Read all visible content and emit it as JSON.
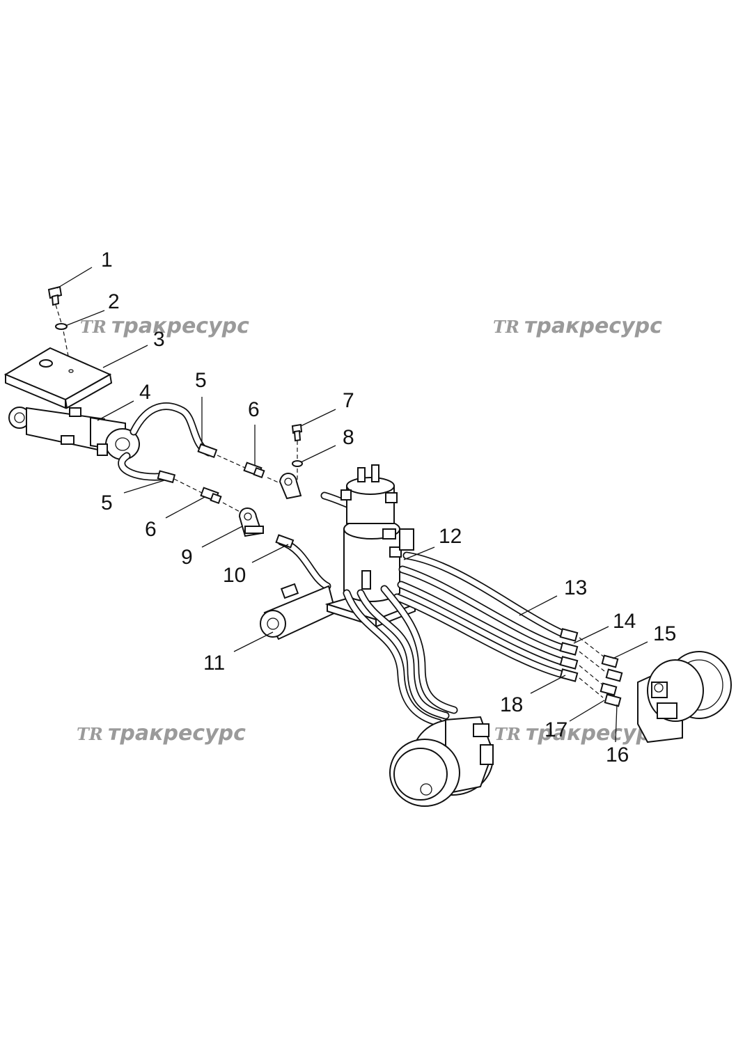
{
  "watermark": {
    "logo_text": "TR",
    "brand_text": "тракресурс"
  },
  "callouts": [
    {
      "id": "c1",
      "label": "1"
    },
    {
      "id": "c2",
      "label": "2"
    },
    {
      "id": "c3",
      "label": "3"
    },
    {
      "id": "c4",
      "label": "4"
    },
    {
      "id": "c5a",
      "label": "5"
    },
    {
      "id": "c5b",
      "label": "5"
    },
    {
      "id": "c6a",
      "label": "6"
    },
    {
      "id": "c6b",
      "label": "6"
    },
    {
      "id": "c7",
      "label": "7"
    },
    {
      "id": "c8",
      "label": "8"
    },
    {
      "id": "c9",
      "label": "9"
    },
    {
      "id": "c10",
      "label": "10"
    },
    {
      "id": "c11",
      "label": "11"
    },
    {
      "id": "c12",
      "label": "12"
    },
    {
      "id": "c13",
      "label": "13"
    },
    {
      "id": "c14",
      "label": "14"
    },
    {
      "id": "c15",
      "label": "15"
    },
    {
      "id": "c16",
      "label": "16"
    },
    {
      "id": "c17",
      "label": "17"
    },
    {
      "id": "c18",
      "label": "18"
    }
  ]
}
